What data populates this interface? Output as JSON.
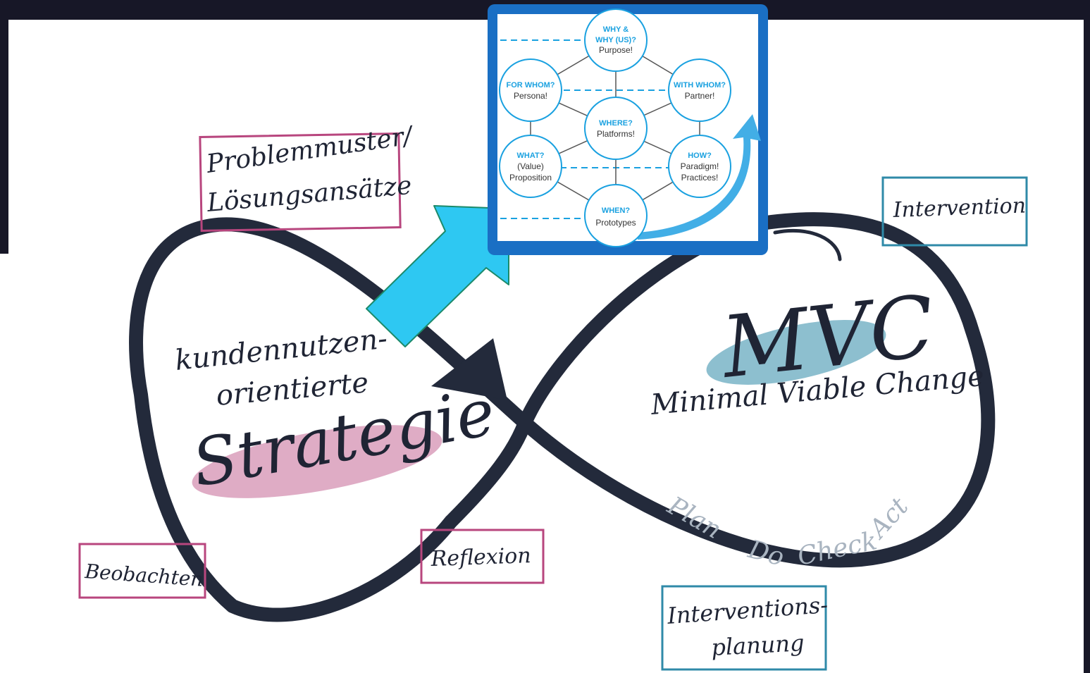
{
  "strategy": {
    "line1": "kundennutzen-",
    "line2": "orientierte",
    "title": "Strategie"
  },
  "mvc": {
    "title": "MVC",
    "subtitle": "Minimal Viable Change"
  },
  "pdca": {
    "plan": "Plan",
    "do": "Do",
    "check": "Check",
    "act": "Act"
  },
  "labels": {
    "problem_line1": "Problemmuster/",
    "problem_line2": "Lösungsansätze",
    "beobachten": "Beobachten",
    "reflexion": "Reflexion",
    "intervention": "Intervention",
    "planning_line1": "Interventions-",
    "planning_line2": "planung"
  },
  "hexagon": {
    "why": {
      "t1": "WHY &",
      "t2": "WHY (US)?",
      "sub": "Purpose!"
    },
    "for_whom": {
      "t": "FOR WHOM?",
      "sub": "Persona!"
    },
    "with_whom": {
      "t": "WITH WHOM?",
      "sub": "Partner!"
    },
    "where": {
      "t": "WHERE?",
      "sub": "Platforms!"
    },
    "what": {
      "t": "WHAT?",
      "sub1": "(Value)",
      "sub2": "Proposition"
    },
    "how": {
      "t": "HOW?",
      "sub1": "Paradigm!",
      "sub2": "Practices!"
    },
    "when": {
      "t": "WHEN?",
      "sub": "Prototypes"
    }
  },
  "colors": {
    "magenta": "#b8467e",
    "teal": "#2f8aa8",
    "arrow": "#2ec8f2",
    "frame": "#1a6fc4",
    "loop": "#232a3b"
  }
}
